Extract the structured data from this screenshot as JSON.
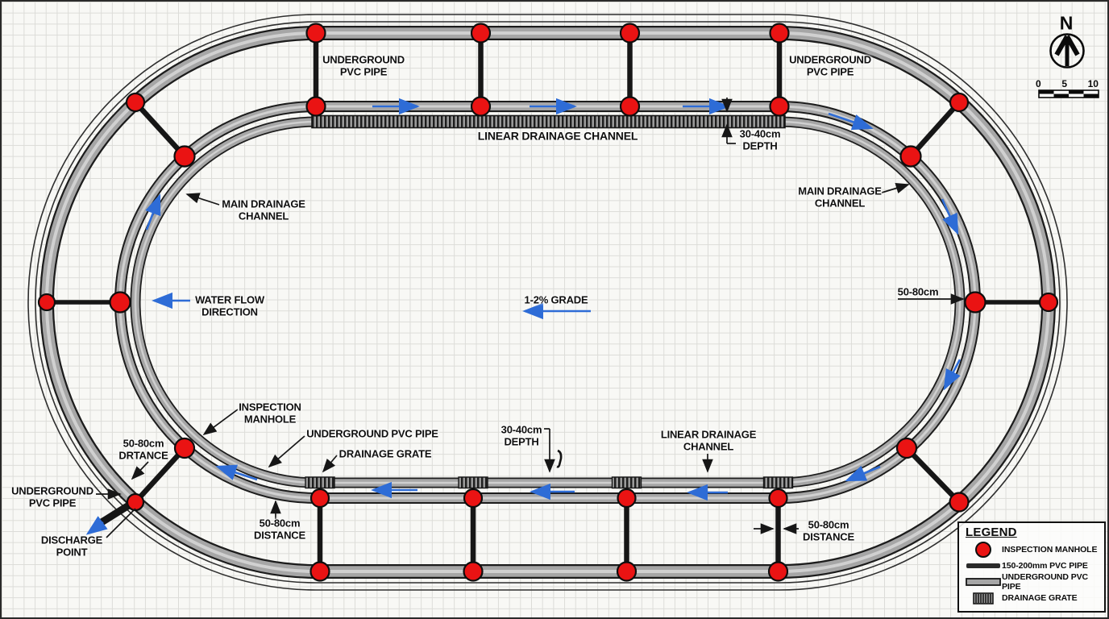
{
  "labels": {
    "ug_pipe_top_left": "UNDERGROUND\nPVC PIPE",
    "ug_pipe_top_right": "UNDERGROUND\nPVC PIPE",
    "linear_channel_top": "LINEAR DRAINAGE CHANNEL",
    "depth_top": "30-40cm\nDEPTH",
    "main_channel_left": "MAIN DRAINAGE\nCHANNEL",
    "main_channel_right": "MAIN DRAINAGE\nCHANNEL",
    "water_flow": "WATER FLOW\nDIRECTION",
    "grade": "1-2% GRADE",
    "clearance_right": "50-80cm",
    "inspection_manhole": "INSPECTION\nMANHOLE",
    "ug_pipe_bottom": "UNDERGROUND PVC PIPE",
    "drainage_grate": "DRAINAGE GRATE",
    "depth_bottom": "30-40cm\nDEPTH",
    "linear_channel_bottom": "LINEAR DRAINAGE\nCHANNEL",
    "distance_bottom_left": "50-80cm\nDISTANCE",
    "distance_discharge": "50-80cm\nDRTANCE",
    "ug_pipe_discharge": "UNDERGROUND\nPVC PIPE",
    "discharge_point": "DISCHARGE\nPOINT",
    "distance_bottom_right": "50-80cm\nDISTANCE"
  },
  "legend": {
    "title": "LEGEND",
    "items": [
      {
        "icon": "manhole-icon",
        "label": "INSPECTION MANHOLE"
      },
      {
        "icon": "pvc-pipe-icon",
        "label": "150-200mm PVC PIPE"
      },
      {
        "icon": "underground-pipe-icon",
        "label": "UNDERGROUND PVC PIPE"
      },
      {
        "icon": "drainage-grate-icon",
        "label": "DRAINAGE GRATE"
      }
    ]
  },
  "compass": {
    "label": "N"
  },
  "scale_bar": {
    "ticks": [
      "0",
      "5",
      "10"
    ]
  },
  "colors": {
    "manhole_red": "#ea1313",
    "pipe_black": "#161616",
    "channel_gray": "#a6a6a6",
    "flow_blue": "#2e6cd6",
    "background": "#f8f8f5",
    "grid": "#dcdcd8"
  }
}
